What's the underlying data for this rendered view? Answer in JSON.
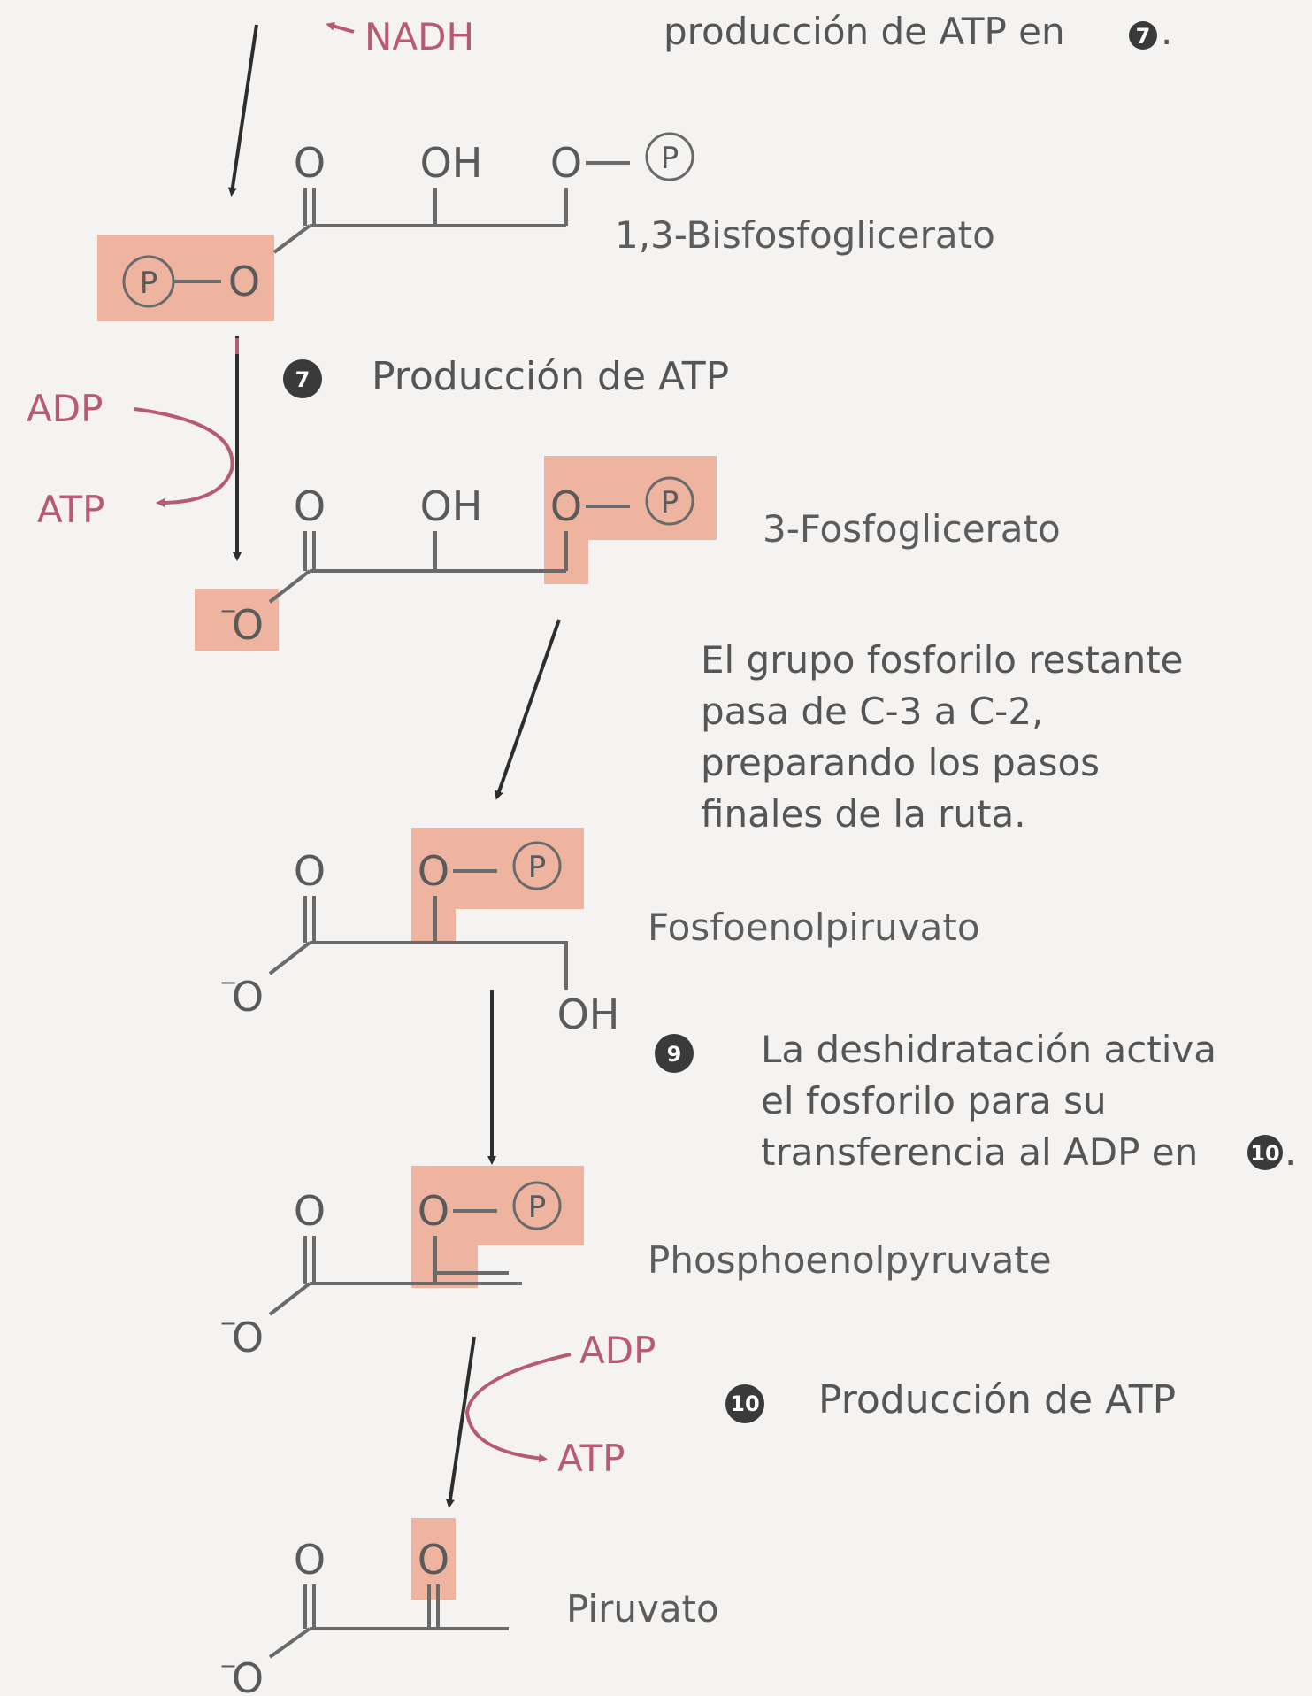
{
  "top": {
    "cofactor_nadh": "NADH",
    "caption_partial": "producción de ATP en",
    "caption_step_ref": "7"
  },
  "atoms": {
    "O": "O",
    "OH": "OH",
    "P": "P",
    "minus": "−"
  },
  "compounds": {
    "bisphosphoglycerate": "1,3-Bisfosfoglicerato",
    "phosphoglycerate3": "3-Fosfoglicerato",
    "phosphoenolpyruvate_es": "Fosfoenolpiruvato",
    "phosphoenolpyruvate_en": "Phosphoenolpyruvate",
    "pyruvate": "Piruvato"
  },
  "steps": {
    "step7": {
      "number": "7",
      "label": "Producción de ATP",
      "cofactor_in": "ADP",
      "cofactor_out": "ATP"
    },
    "step8": {
      "note_lines": [
        "El grupo fosforilo restante",
        "pasa de C-3 a C-2,",
        "preparando los pasos",
        "finales de la ruta."
      ]
    },
    "step9": {
      "number": "9",
      "note_lines": [
        "La deshidratación activa",
        "el fosforilo para su",
        "transferencia al ADP en"
      ],
      "ref": "10"
    },
    "step10": {
      "number": "10",
      "label": "Producción de ATP",
      "cofactor_in": "ADP",
      "cofactor_out": "ATP"
    }
  },
  "colors": {
    "highlight": "#eeb4a0",
    "cofactor": "#b85a72",
    "badge": "#3a3a3a",
    "text": "#555555"
  }
}
